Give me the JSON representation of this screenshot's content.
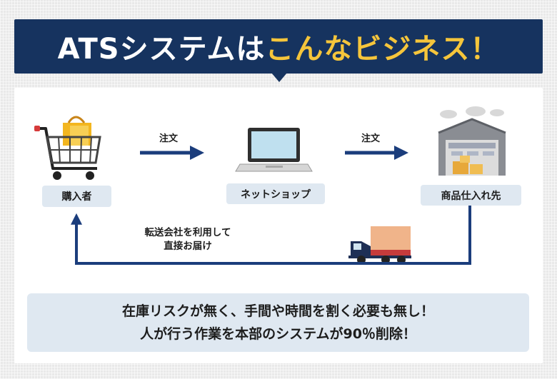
{
  "header": {
    "title_part1": "ATSシステムは",
    "title_part2": "こんなビジネス！"
  },
  "nodes": {
    "buyer": "購入者",
    "shop": "ネットショップ",
    "supplier": "商品仕入れ先"
  },
  "edges": {
    "order_1": "注文",
    "order_2": "注文",
    "delivery_line1": "転送会社を利用して",
    "delivery_line2": "直接お届け"
  },
  "summary": {
    "line1": "在庫リスクが無く、手間や時間を割く必要も無し！",
    "line2": "人が行う作業を本部のシステムが90％削除！"
  },
  "colors": {
    "navy": "#16335f",
    "accent_yellow": "#f5c53b",
    "label_bg": "#dfe8f1",
    "arrow": "#1b3d7c"
  },
  "icons": [
    "shopping-cart-icon",
    "laptop-icon",
    "warehouse-icon",
    "truck-icon"
  ]
}
